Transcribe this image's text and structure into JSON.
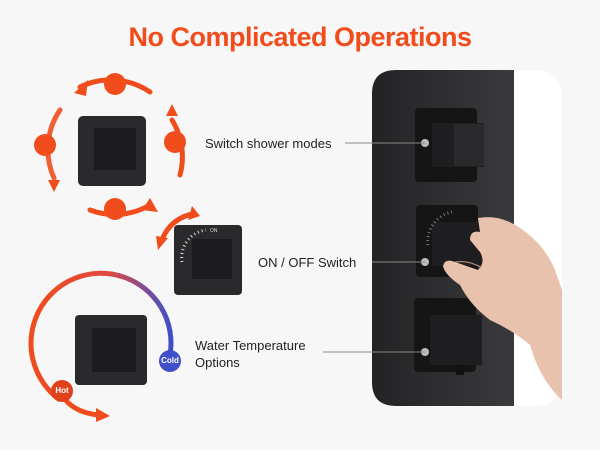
{
  "title": "No Complicated Operations",
  "labels": {
    "shower_modes": "Switch shower modes",
    "on_off": "ON / OFF Switch",
    "temperature_line1": "Water Temperature",
    "temperature_line2": "Options"
  },
  "badges": {
    "cold": "Cold",
    "hot": "Hot"
  },
  "dial": {
    "on": "ON"
  },
  "colors": {
    "accent": "#f04c1c",
    "cold": "#3f4fc8",
    "panel": "#2c2c2e"
  }
}
